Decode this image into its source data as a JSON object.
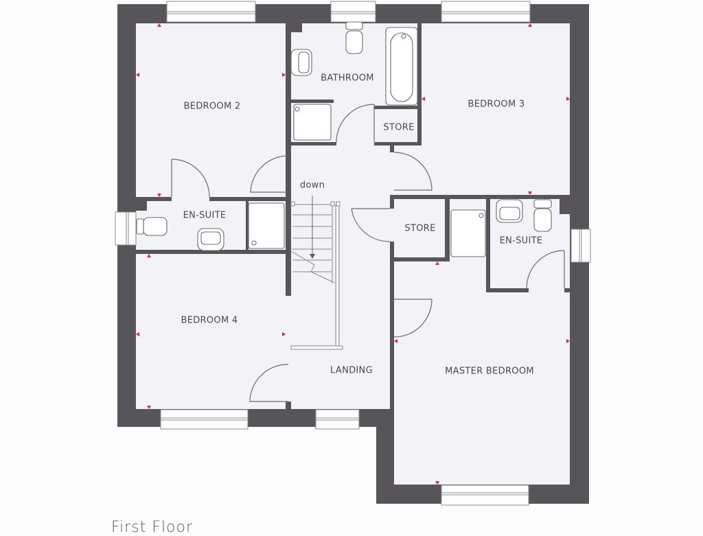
{
  "plan": {
    "title": "First Floor",
    "colors": {
      "wall": "#58555a",
      "floor": "#f3f2f6",
      "background": "#fdfcfd",
      "fixture_line": "#6b686c",
      "dimension_marker": "#d6245a",
      "label": "#4a474b"
    },
    "rooms": [
      {
        "id": "bedroom-2",
        "label": "BEDROOM 2"
      },
      {
        "id": "bathroom",
        "label": "BATHROOM"
      },
      {
        "id": "store-1",
        "label": "STORE"
      },
      {
        "id": "bedroom-3",
        "label": "BEDROOM 3"
      },
      {
        "id": "stairs",
        "label": "down"
      },
      {
        "id": "en-suite-1",
        "label": "EN-SUITE"
      },
      {
        "id": "store-2",
        "label": "STORE"
      },
      {
        "id": "en-suite-2",
        "label": "EN-SUITE"
      },
      {
        "id": "bedroom-4",
        "label": "BEDROOM 4"
      },
      {
        "id": "landing",
        "label": "LANDING"
      },
      {
        "id": "master-bedroom",
        "label": "MASTER BEDROOM"
      }
    ]
  }
}
